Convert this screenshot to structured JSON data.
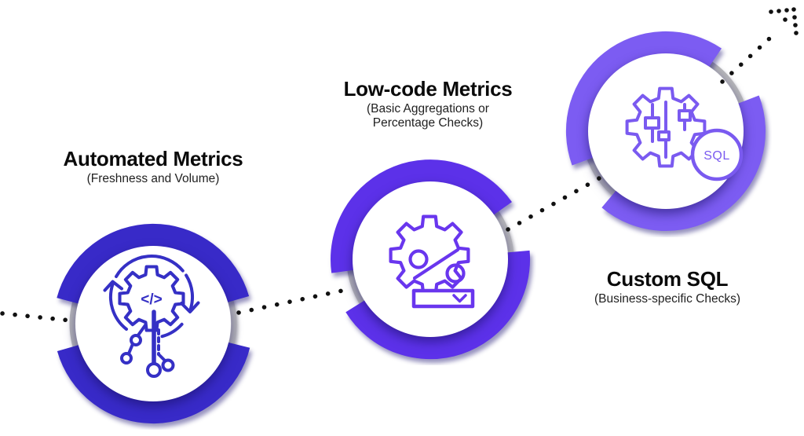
{
  "figure": {
    "name": "data-quality-metrics-progression",
    "background": "#ffffff",
    "gray_ring_color": "#b6b6b9",
    "connector": {
      "style": "dotted",
      "color": "#111111"
    },
    "stages": [
      {
        "id": "automated-metrics",
        "title": "Automated Metrics",
        "subtitle": "(Freshness and Volume)",
        "icon": "gear-code-circuit-automation-icon",
        "icon_glyph": "</>",
        "ring_color": "#382ac8",
        "icon_color": "#3530c5"
      },
      {
        "id": "low-code-metrics",
        "title": "Low-code Metrics",
        "subtitle": "(Basic Aggregations or Percentage Checks)",
        "icon": "gear-percent-dropdown-icon",
        "ring_color": "#5c31e9",
        "icon_color": "#6936ee"
      },
      {
        "id": "custom-sql",
        "title": "Custom SQL",
        "subtitle": "(Business-specific Checks)",
        "icon": "gear-sliders-sql-icon",
        "icon_badge_label": "SQL",
        "ring_color": "#7c5cf2",
        "icon_color": "#7a5af0"
      }
    ]
  }
}
